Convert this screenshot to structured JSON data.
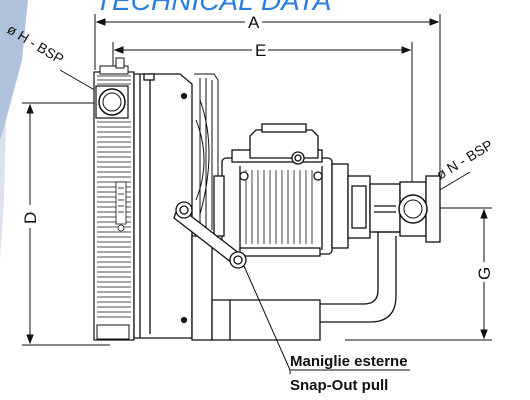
{
  "heading": "TECHNICAL DATA",
  "dimensions": {
    "a": "A",
    "e": "E",
    "d": "D",
    "g": "G",
    "h_port": "ø H - BSP",
    "n_port": "ø N - BSP"
  },
  "callout": {
    "line1": "Maniglie esterne",
    "line2": "Snap-Out pull"
  },
  "colors": {
    "heading": "#2a7fe0",
    "line": "#111111",
    "frame_accent": "#4a6fa5"
  }
}
